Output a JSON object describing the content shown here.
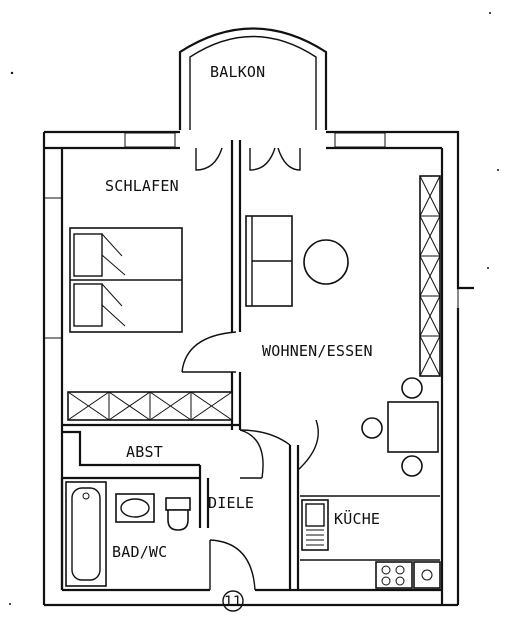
{
  "rooms": {
    "balkon": "BALKON",
    "schlafen": "SCHLAFEN",
    "wohnen": "WOHNEN/ESSEN",
    "abst": "ABST",
    "diele": "DIELE",
    "kueche": "KÜCHE",
    "bad": "BAD/WC"
  },
  "marker": "11",
  "colors": {
    "line": "#111111",
    "background": "#ffffff"
  }
}
